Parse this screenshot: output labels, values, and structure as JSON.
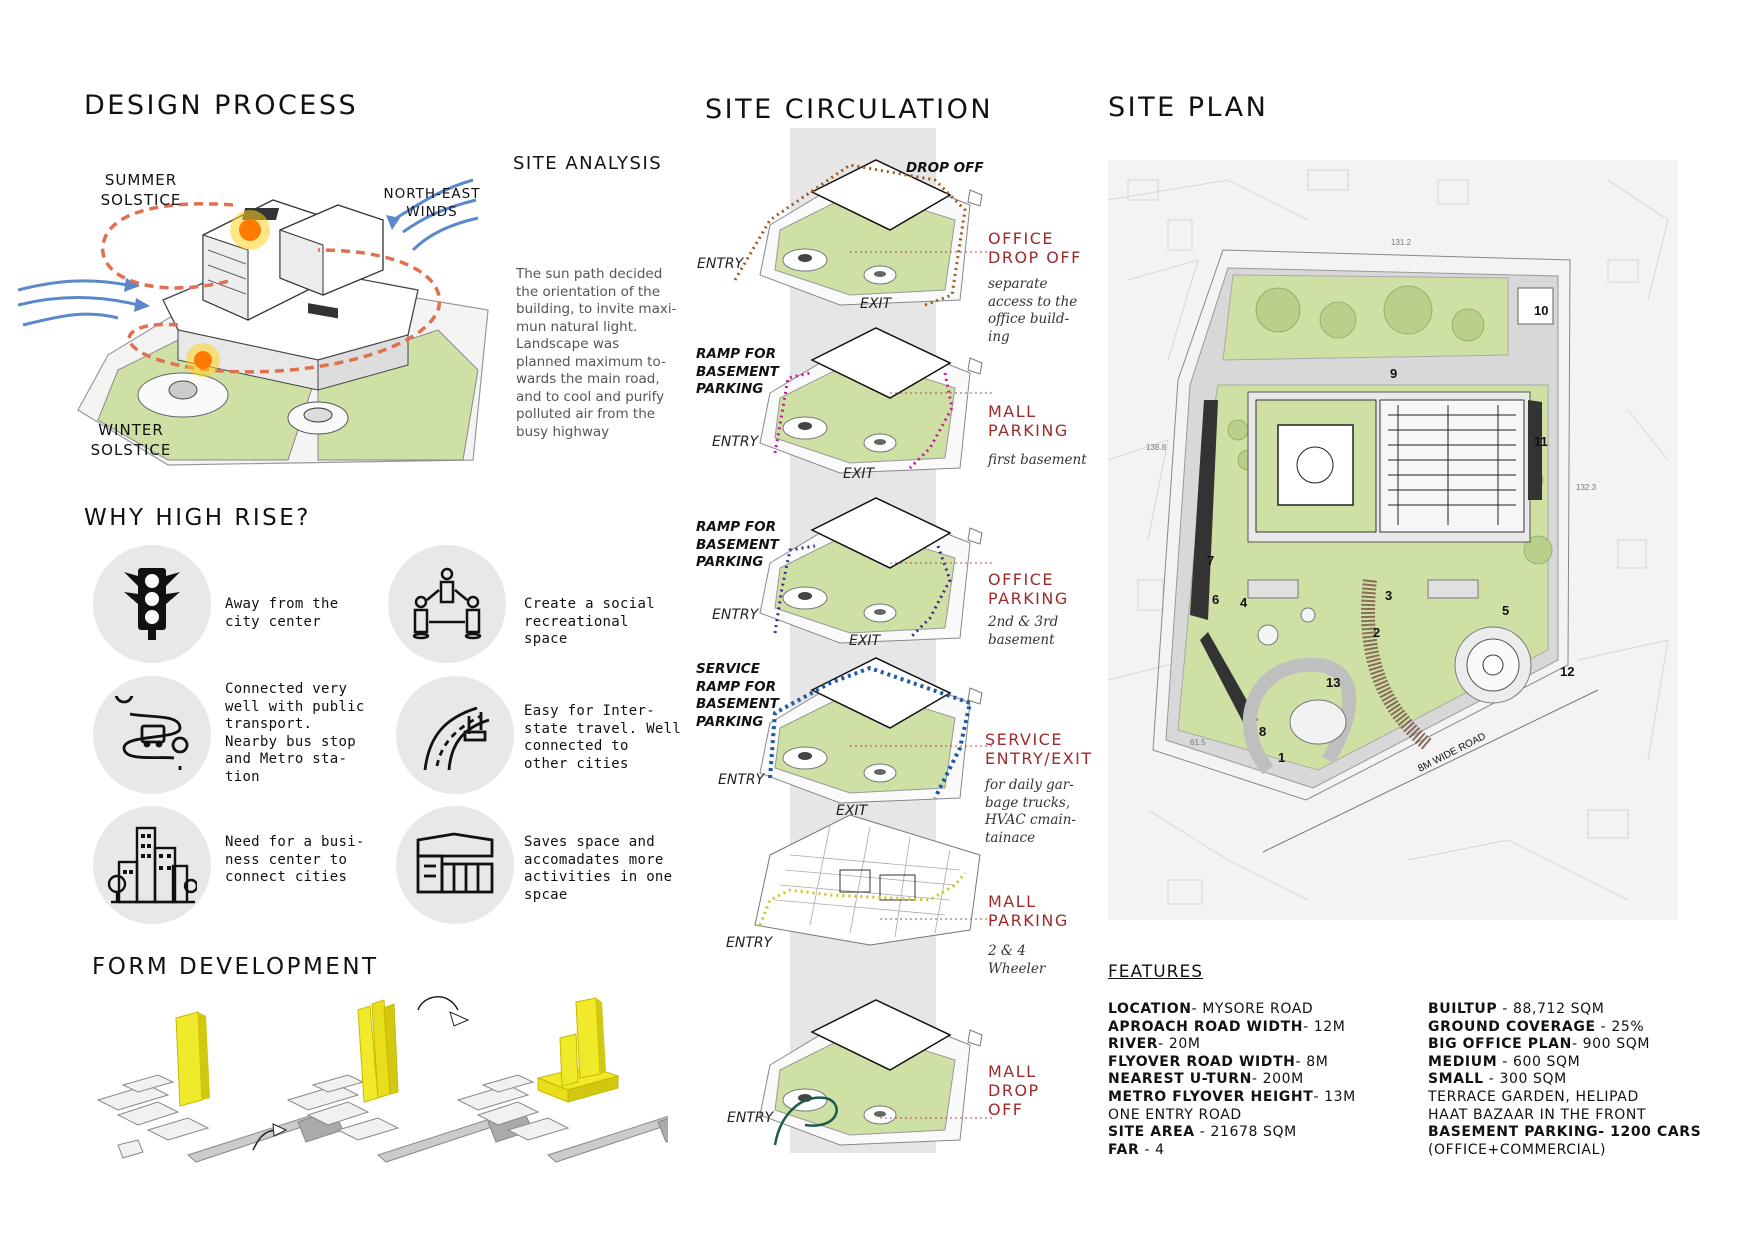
{
  "headings": {
    "design_process": "DESIGN PROCESS",
    "site_circulation": "SITE CIRCULATION",
    "site_plan": "SITE PLAN",
    "why_high_rise": "WHY HIGH RISE?",
    "form_development": "FORM DEVELOPMENT",
    "site_analysis": "SITE ANALYSIS",
    "features": "FEATURES"
  },
  "design_process": {
    "summer_solstice": "SUMMER\nSOLSTICE",
    "winter_solstice": "WINTER\nSOLSTICE",
    "north_east_winds": "NORTH-EAST\nWINDS",
    "analysis_text": "The sun path decided\nthe orientation of the\nbuilding, to invite maxi-\nmun natural light.\nLandscape was\nplanned maximum to-\nwards the main road,\nand to cool and purify\npolluted air from the\nbusy highway",
    "colors": {
      "sun": "#ff7a00",
      "sun_glow": "#ffd21f",
      "sun_path": "#e0704f",
      "wind": "#5b88c9",
      "green": "#cfe0a5"
    }
  },
  "why_high_rise": [
    {
      "icon": "traffic-light-icon",
      "text": "Away from the\ncity center"
    },
    {
      "icon": "social-group-icon",
      "text": "Create a social\nrecreational\nspace"
    },
    {
      "icon": "bus-route-icon",
      "text": "Connected very\nwell with public\ntransport.\nNearby bus stop\nand Metro sta-\ntion"
    },
    {
      "icon": "highway-icon",
      "text": "Easy for Inter-\nstate travel. Well\nconnected to\nother cities"
    },
    {
      "icon": "city-buildings-icon",
      "text": "Need for a busi-\nness center to\nconnect cities"
    },
    {
      "icon": "compact-building-icon",
      "text": "Saves space and\naccomadates more\nactivities in one\nspcae"
    }
  ],
  "circulation": [
    {
      "label": "OFFICE\nDROP OFF",
      "sub": "separate\naccess to the\noffice build-\ning",
      "left": "",
      "entry": "ENTRY",
      "exit": "EXIT",
      "top_note": "DROP OFF",
      "color": "#9a5a1e"
    },
    {
      "label": "MALL\nPARKING",
      "sub": "first basement",
      "left": "RAMP FOR\nBASEMENT\nPARKING",
      "entry": "ENTRY",
      "exit": "EXIT",
      "top_note": "",
      "color": "#c21a9a"
    },
    {
      "label": "OFFICE\nPARKING",
      "sub": "2nd & 3rd\nbasement",
      "left": "RAMP FOR\nBASEMENT\nPARKING",
      "entry": "ENTRY",
      "exit": "EXIT",
      "top_note": "",
      "color": "#3a2a8a"
    },
    {
      "label": "SERVICE\nENTRY/EXIT",
      "sub": "for daily gar-\nbage trucks,\nHVAC cmain-\ntainace",
      "left": "SERVICE\nRAMP FOR\nBASEMENT\nPARKING",
      "entry": "ENTRY",
      "exit": "EXIT",
      "top_note": "",
      "color": "#1d5aa0"
    },
    {
      "label": "MALL\nPARKING",
      "sub": "2 & 4\nWheeler",
      "left": "",
      "entry": "ENTRY",
      "exit": "",
      "top_note": "",
      "color": "#c8c81a"
    },
    {
      "label": "MALL\nDROP\nOFF",
      "sub": "",
      "left": "",
      "entry": "ENTRY",
      "exit": "",
      "top_note": "",
      "color": "#1e5a4a"
    }
  ],
  "site_plan": {
    "road_label": "8M WIDE ROAD",
    "dims": [
      "131.2",
      "138.8",
      "132.3",
      "61.5"
    ],
    "numbers": [
      "1",
      "2",
      "3",
      "4",
      "5",
      "6",
      "7",
      "8",
      "9",
      "10",
      "11",
      "12",
      "13"
    ]
  },
  "features": {
    "left": [
      {
        "k": "LOCATION",
        "v": "- MYSORE ROAD"
      },
      {
        "k": "APROACH ROAD WIDTH",
        "v": "- 12M"
      },
      {
        "k": "RIVER",
        "v": "- 20M"
      },
      {
        "k": "FLYOVER ROAD WIDTH",
        "v": "- 8M"
      },
      {
        "k": "NEAREST U-TURN",
        "v": "- 200M"
      },
      {
        "k": "METRO FLYOVER HEIGHT",
        "v": "- 13M"
      },
      {
        "k": "",
        "v": "ONE ENTRY ROAD"
      },
      {
        "k": "SITE AREA",
        "v": " - 21678 SQM"
      },
      {
        "k": "FAR",
        "v": " - 4"
      }
    ],
    "right": [
      {
        "k": "BUILTUP",
        "v": " - 88,712 SQM"
      },
      {
        "k": "GROUND COVERAGE",
        "v": " - 25%"
      },
      {
        "k": "BIG OFFICE PLAN",
        "v": "- 900 SQM"
      },
      {
        "k": "MEDIUM",
        "v": " - 600 SQM"
      },
      {
        "k": "SMALL",
        "v": " - 300 SQM"
      },
      {
        "k": "",
        "v": "TERRACE GARDEN, HELIPAD"
      },
      {
        "k": "",
        "v": "HAAT BAZAAR IN THE FRONT"
      },
      {
        "k": "BASEMENT PARKING",
        "v": "- 1200 CARS",
        "vbold": true
      },
      {
        "k": "",
        "v": "(OFFICE+COMMERCIAL)"
      }
    ]
  }
}
